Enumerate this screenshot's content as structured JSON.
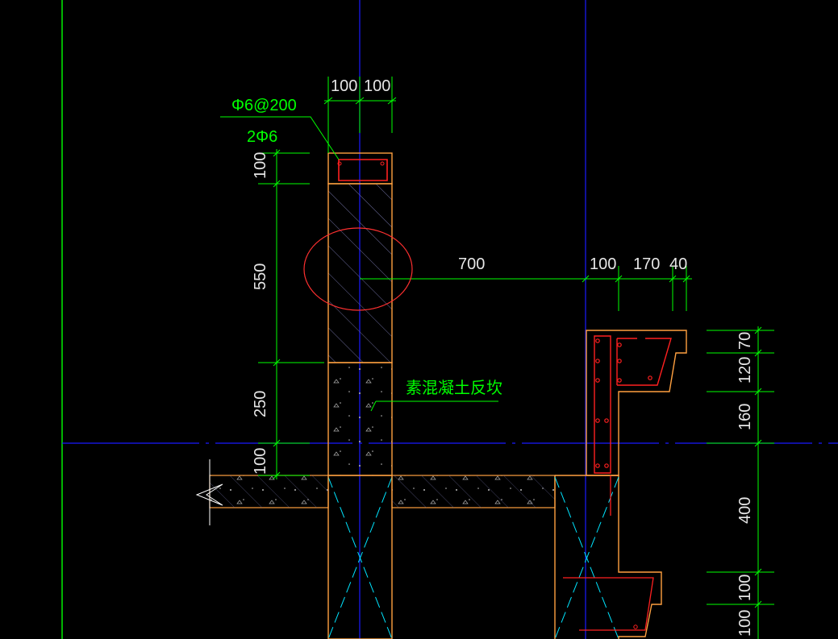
{
  "drawing": {
    "top_rebar_stirrup": "Φ6@200",
    "top_rebar_main": "2Φ6",
    "infill_note": "素混凝土反坎",
    "dims_top": [
      "100",
      "100"
    ],
    "dims_left": [
      "100",
      "550",
      "250",
      "100"
    ],
    "dims_horizontal": [
      "700",
      "100",
      "170",
      "40"
    ],
    "dims_right": [
      "70",
      "120",
      "160",
      "400",
      "100",
      "100"
    ]
  },
  "colors": {
    "background": "#000000",
    "dimension": "#00ff00",
    "axis": "#0000ff",
    "outline": "#ffa040",
    "rebar": "#ff2020",
    "hatch": "#6060ff",
    "text": "#e6e6e6",
    "marker": "#ff3030",
    "cyan": "#00e5ff"
  }
}
